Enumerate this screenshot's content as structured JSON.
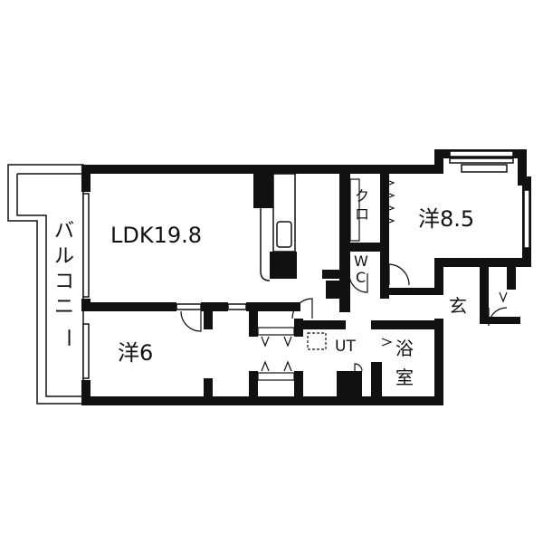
{
  "floorplan": {
    "rooms": {
      "ldk": "LDK19.8",
      "western_85": "洋8.5",
      "western_6": "洋6",
      "closet": [
        "ク",
        "ロ"
      ],
      "wc": [
        "W",
        "C"
      ],
      "entrance": "玄",
      "utility": "UT",
      "bath": [
        "浴",
        "室"
      ],
      "balcony": [
        "バ",
        "ル",
        "コ",
        "ニ",
        "ー"
      ]
    },
    "colors": {
      "wall": "#111111",
      "background": "#ffffff"
    }
  }
}
